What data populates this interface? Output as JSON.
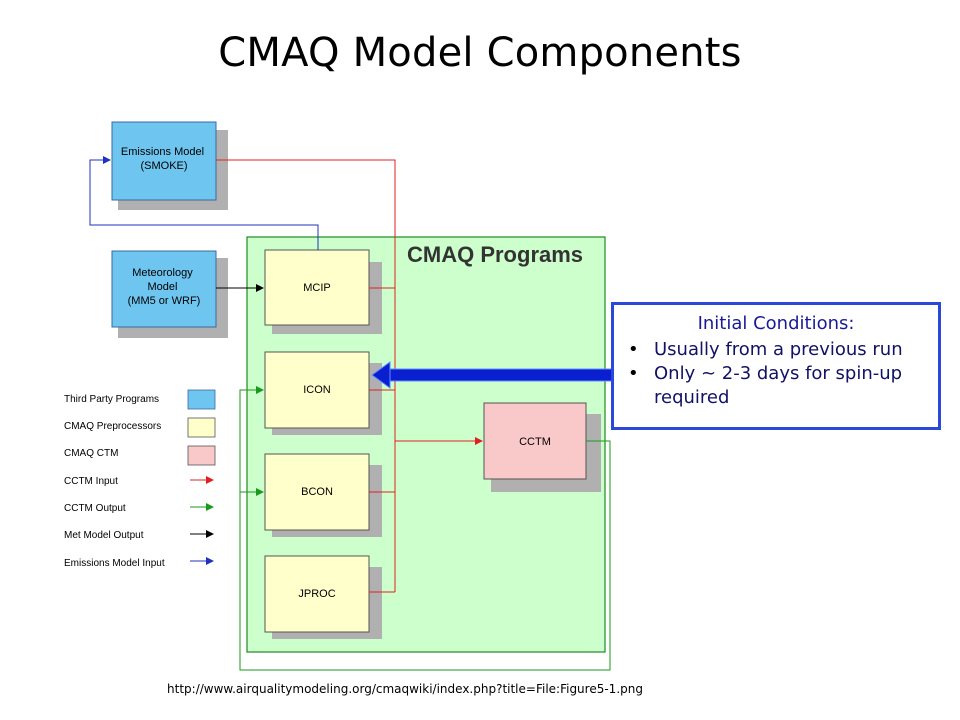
{
  "title": "CMAQ Model Components",
  "diagram": {
    "programs_heading": "CMAQ Programs",
    "boxes": {
      "emissions": [
        "Emissions Model",
        "(SMOKE)"
      ],
      "meteorology": [
        "Meteorology",
        "Model",
        "(MM5 or WRF)"
      ],
      "mcip": "MCIP",
      "icon": "ICON",
      "bcon": "BCON",
      "jproc": "JPROC",
      "cctm": "CCTM"
    },
    "legend": [
      {
        "label": "Third Party Programs",
        "kind": "box",
        "color": "#6ec6f0"
      },
      {
        "label": "CMAQ Preprocessors",
        "kind": "box",
        "color": "#ffffcc"
      },
      {
        "label": "CMAQ CTM",
        "kind": "box",
        "color": "#f9c8c8"
      },
      {
        "label": "CCTM Input",
        "kind": "arrow",
        "color": "#e02020"
      },
      {
        "label": "CCTM Output",
        "kind": "arrow",
        "color": "#1a9a1a"
      },
      {
        "label": "Met Model Output",
        "kind": "arrow",
        "color": "#000000"
      },
      {
        "label": "Emissions Model Input",
        "kind": "arrow",
        "color": "#2030c0"
      }
    ]
  },
  "callout": {
    "heading": "Initial Conditions:",
    "bullets": [
      "Usually from a previous run",
      "Only ~ 2-3 days for spin-up",
      "required"
    ]
  },
  "footer_url": "http://www.airqualitymodeling.org/cmaqwiki/index.php?title=File:Figure5-1.png",
  "colors": {
    "third_party": "#6ec6f0",
    "preprocessor": "#ffffcc",
    "ctm": "#f9c8c8",
    "programs_bg": "#ccffcc",
    "callout_border": "#2b49d8",
    "callout_arrow": "#0a1fd0"
  }
}
